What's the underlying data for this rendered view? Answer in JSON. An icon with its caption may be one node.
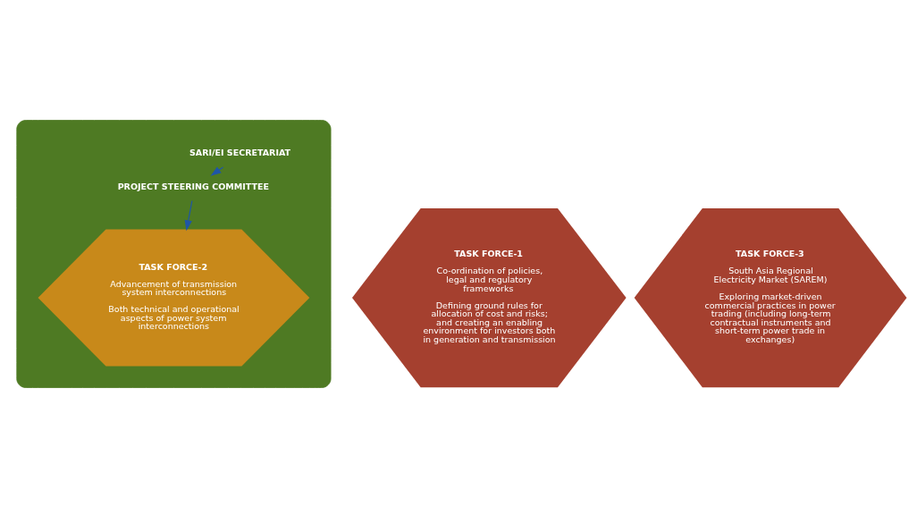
{
  "diagram": {
    "nodes": [
      {
        "text": [],
        "shape": "hexagon"
      },
      {
        "text": [
          "SARI/EI SECRETARIAT"
        ],
        "in": 0
      },
      {
        "text": [
          "PROJECT STEERING COMMITTEE"
        ],
        "in": 0
      },
      {
        "text": [
          "TASK FORCE-2",
          "Advancement of transmission system interconnections",
          "Both technical and operational aspects of power system interconnections"
        ],
        "in": 0
      },
      {
        "text": [
          "TASK FORCE-1",
          "Co-ordination of policies, legal and regulatory frameworks",
          "Defining ground rules for allocation of cost and risks; and creating an enabling environment for investors both in generation and transmission"
        ]
      },
      {
        "text": [
          "TASK FORCE-3",
          "South Asia Regional Electricity Market (SAREM)",
          "Exploring market-driven commercial practices in power trading (including long-term contractual instruments and short-term power trade in exchanges)"
        ]
      }
    ],
    "edges": [
      {
        "from": 1,
        "to": 2,
        "arrow": "to"
      },
      {
        "from": 2,
        "to": 3,
        "arrow": "to"
      }
    ]
  }
}
